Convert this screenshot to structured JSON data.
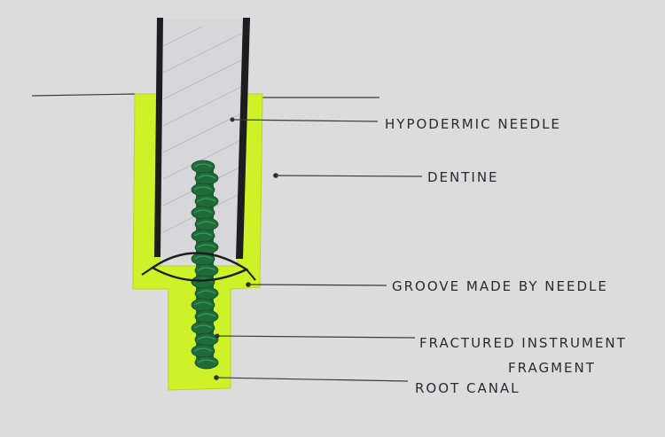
{
  "diagram": {
    "colors": {
      "background": "#dcdcdd",
      "dentine_fill": "#cdf227",
      "instrument_fill": "#1f6b3a",
      "instrument_highlight": "#3f9a5c",
      "needle_wall": "#1d1d1f",
      "leader_line": "#3a3a3e"
    },
    "labels": {
      "hypodermic_needle": "HYPODERMIC NEEDLE",
      "dentine": "DENTINE",
      "groove": "GROOVE MADE BY NEEDLE",
      "fractured_line1": "FRACTURED INSTRUMENT",
      "fractured_line2": "FRAGMENT",
      "root_canal": "ROOT CANAL"
    }
  }
}
